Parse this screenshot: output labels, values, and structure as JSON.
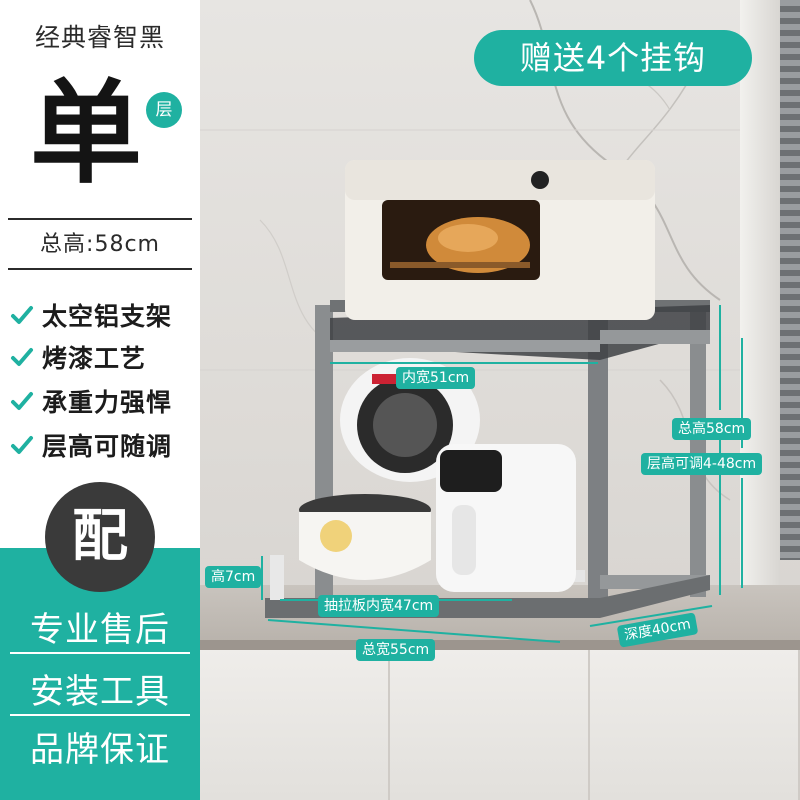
{
  "series": "经典睿智黑",
  "layer_big": "单",
  "layer_small": "层",
  "total_height": "总高:58cm",
  "features": [
    {
      "label": "太空铝支架",
      "icon": "check-icon"
    },
    {
      "label": "烤漆工艺",
      "icon": "check-icon"
    },
    {
      "label": "承重力强悍",
      "icon": "check-icon"
    },
    {
      "label": "层高可随调",
      "icon": "check-icon"
    }
  ],
  "config_badge": "配",
  "services": [
    "专业售后",
    "安装工具",
    "品牌保证"
  ],
  "gift": "赠送4个挂钩",
  "dimensions": {
    "inner_width": "内宽51cm",
    "total_height": "总高58cm",
    "adjustable_height": "层高可调4-48cm",
    "drawer_height": "高7cm",
    "drawer_inner_width": "抽拉板内宽47cm",
    "depth": "深度40cm",
    "total_width": "总宽55cm"
  },
  "colors": {
    "accent": "#1fb1a1",
    "dark": "#3a3a3a",
    "rack": "#8a8d8f"
  },
  "appliances": [
    "microwave-oven",
    "rice-cooker",
    "air-fryer",
    "pressure-cooker"
  ]
}
